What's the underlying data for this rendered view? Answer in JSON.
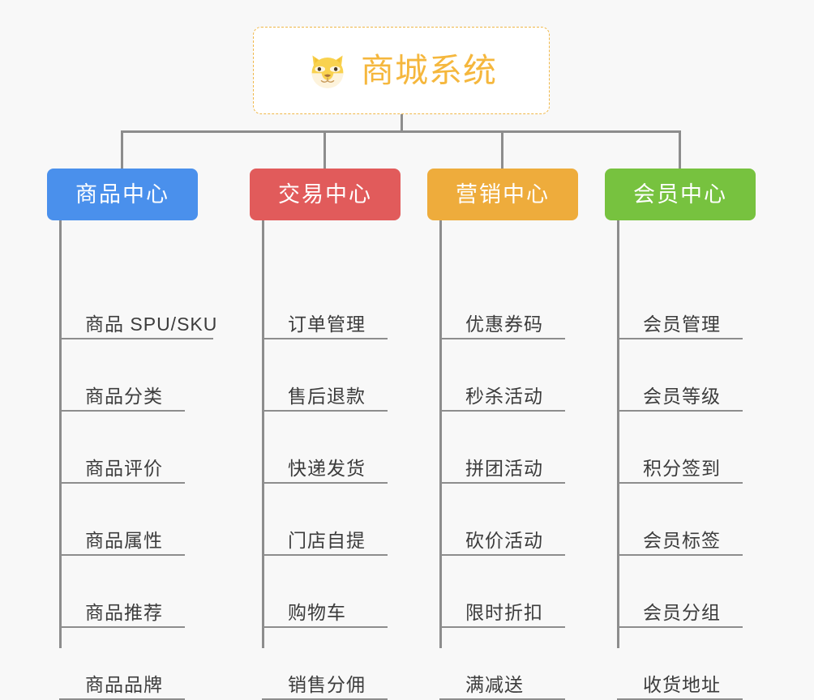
{
  "background_color": "#f8f8f8",
  "root": {
    "title": "商城系统",
    "icon": "shiba-dog-icon",
    "border_color": "#f0b849",
    "text_color": "#f5b73d",
    "background_color": "#ffffff"
  },
  "connector_color": "#8d8d8d",
  "branches": [
    {
      "label": "商品中心",
      "color": "#4a90ec",
      "items": [
        "商品 SPU/SKU",
        "商品分类",
        "商品评价",
        "商品属性",
        "商品推荐",
        "商品品牌"
      ]
    },
    {
      "label": "交易中心",
      "color": "#e15b5b",
      "items": [
        "订单管理",
        "售后退款",
        "快递发货",
        "门店自提",
        "购物车",
        "销售分佣"
      ]
    },
    {
      "label": "营销中心",
      "color": "#eeac3c",
      "items": [
        "优惠券码",
        "秒杀活动",
        "拼团活动",
        "砍价活动",
        "限时折扣",
        "满减送"
      ]
    },
    {
      "label": "会员中心",
      "color": "#77c23f",
      "items": [
        "会员管理",
        "会员等级",
        "积分签到",
        "会员标签",
        "会员分组",
        "收货地址"
      ]
    }
  ]
}
